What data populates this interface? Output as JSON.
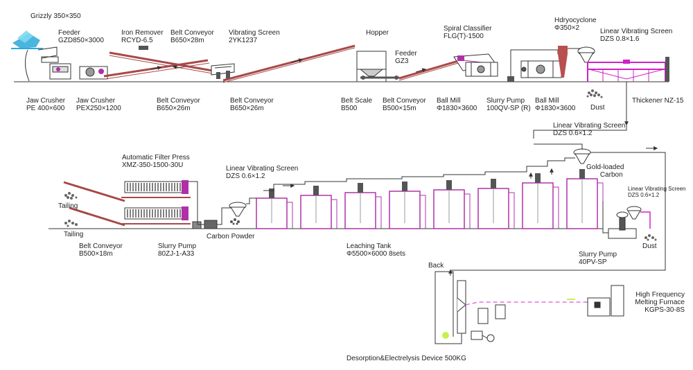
{
  "colors": {
    "ink": "#2a2a2a",
    "line": "#555555",
    "accent": "#d020c8",
    "belt": "#a84848",
    "cyclone": "#b85050",
    "tank": "#b030a8",
    "dashed": "#e070e0",
    "glow": "#c8f04a",
    "grizzly": "#2aa8d8"
  },
  "labels": {
    "grizzly": {
      "name": "Grizzly",
      "spec": "350×350"
    },
    "feeder1": {
      "name": "Feeder",
      "spec": "GZD850×3000"
    },
    "iron_remover": {
      "name": "Iron Remover",
      "spec": "RCYD-6.5"
    },
    "belt1": {
      "name": "Belt Conveyor",
      "spec": "B650×28m"
    },
    "vib_screen": {
      "name": "Vibrating Screen",
      "spec": "2YK1237"
    },
    "hopper": {
      "name": "Hopper"
    },
    "feeder2": {
      "name": "Feeder",
      "spec": "GZ3"
    },
    "spiral": {
      "name": "Spiral Classifier",
      "spec": "FLG(T)-1500"
    },
    "hydrocyclone": {
      "name": "Hdryocyclone",
      "spec": "Φ350×2"
    },
    "lvs1": {
      "name": "Linear Vibrating Screen",
      "spec": "DZS 0.8×1.6"
    },
    "jaw1": {
      "name": "Jaw Crusher",
      "spec": "PE 400×600"
    },
    "jaw2": {
      "name": "Jaw Crusher",
      "spec": "PEX250×1200"
    },
    "belt2": {
      "name": "Belt Conveyor",
      "spec": "B650×26m"
    },
    "belt3": {
      "name": "Belt Conveyor",
      "spec": "B650×26m"
    },
    "belt_scale": {
      "name": "Belt Scale",
      "spec": "B500"
    },
    "belt4": {
      "name": "Belt Conveyor",
      "spec": "B500×15m"
    },
    "ballmill1": {
      "name": "Ball Mill",
      "spec": "Φ1830×3600"
    },
    "slurry1": {
      "name": "Slurry Pump",
      "spec": "100QV-SP (R)"
    },
    "ballmill2": {
      "name": "Ball Mill",
      "spec": "Φ1830×3600"
    },
    "dust1": {
      "name": "Dust"
    },
    "thickener": {
      "name": "Thickener NZ-15"
    },
    "lvs2": {
      "name": "Linear Vibrating Screen",
      "spec": "DZS 0.6×1.2"
    },
    "gold_carbon": {
      "name": "Gold-loaded",
      "spec": "Carbon"
    },
    "filter_press": {
      "name": "Automatic Filter Press",
      "spec": "XMZ-350-1500-30U"
    },
    "lvs3": {
      "name": "Linear Vibrating Screen",
      "spec": "DZS 0.6×1.2"
    },
    "lvs4": {
      "name": "Linear Vibrating Screen",
      "spec": "DZS 0.6×1.2"
    },
    "tailing1": {
      "name": "Tailing"
    },
    "tailing2": {
      "name": "Tailing"
    },
    "belt5": {
      "name": "Belt Conveyor",
      "spec": "B500×18m"
    },
    "slurry2": {
      "name": "Slurry Pump",
      "spec": "80ZJ-1-A33"
    },
    "carbon_powder": {
      "name": "Carbon Powder"
    },
    "leaching": {
      "name": "Leaching Tank",
      "spec": "Φ5500×6000 8sets"
    },
    "slurry3": {
      "name": "Slurry Pump",
      "spec": "40PV-SP"
    },
    "dust2": {
      "name": "Dust"
    },
    "back": {
      "name": "Back"
    },
    "furnace": {
      "name": "High  Frequency",
      "spec": "Melting Furnace",
      "model": "KGPS-30-8S"
    },
    "desorption": {
      "name": "Desorption&Electrelysis Device 500KG"
    }
  }
}
